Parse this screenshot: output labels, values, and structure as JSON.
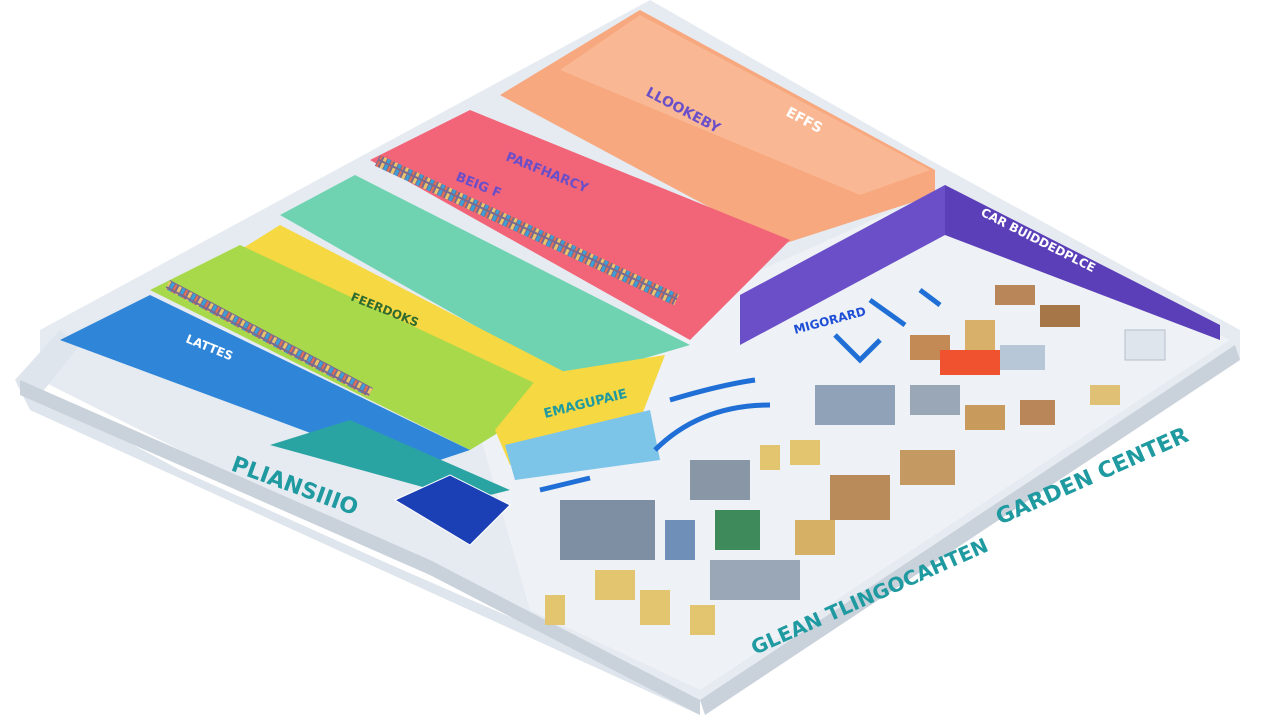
{
  "title": "",
  "colors": {
    "background": "#ffffff",
    "wall": "#f2f5f8",
    "wall_shadow": "#d8dee6",
    "floor": "#eef1f5",
    "zone_peach": "#f7a87f",
    "zone_coral": "#f26478",
    "zone_teal": "#6fd3b2",
    "zone_lime": "#a8d94a",
    "zone_blue": "#2f86d9",
    "zone_purple": "#6a4fc9",
    "zone_yellow": "#f5d842",
    "arrow_blue": "#1f6fd6",
    "label_teal": "#1f9aa0"
  },
  "zones": [
    {
      "id": "peach",
      "label": "LLOOKEBY",
      "label2": "EFFS"
    },
    {
      "id": "coral",
      "label": "PARFHARCY",
      "label2": "BEIG F"
    },
    {
      "id": "teal",
      "label": ""
    },
    {
      "id": "lime",
      "label": "FEERDOKS"
    },
    {
      "id": "blue",
      "label": "LATTES"
    },
    {
      "id": "entry",
      "label": "EMAGUPAIE"
    }
  ],
  "signage": {
    "purple_wall": "MIGORARD",
    "back_wall": "CAR BUIDDEDPLCE",
    "planning": "PLIANSIIIO",
    "garden_center": "GARDEN CENTER",
    "garden_prefix": "GLEAN TLINGOCAHTEN"
  },
  "icons": [
    "arrow-icon",
    "shelf-icon",
    "pallet-icon",
    "solar-panel-icon"
  ]
}
